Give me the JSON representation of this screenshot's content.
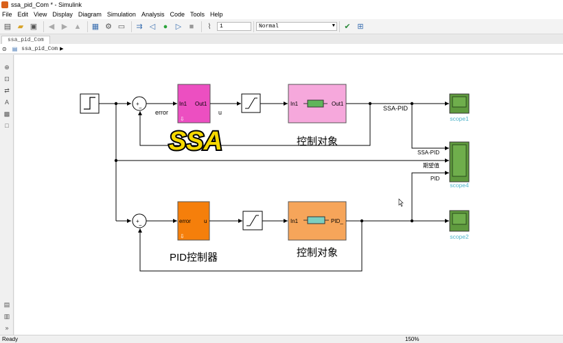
{
  "window": {
    "title": "ssa_pid_Com * - Simulink"
  },
  "menu": [
    {
      "label": "File"
    },
    {
      "label": "Edit"
    },
    {
      "label": "View"
    },
    {
      "label": "Display"
    },
    {
      "label": "Diagram"
    },
    {
      "label": "Simulation"
    },
    {
      "label": "Analysis"
    },
    {
      "label": "Code"
    },
    {
      "label": "Tools"
    },
    {
      "label": "Help"
    }
  ],
  "toolbar": {
    "stop_time": "1",
    "sim_mode": "Normal"
  },
  "tabs": [
    {
      "label": "ssa_pid_Com"
    }
  ],
  "breadcrumb": {
    "model": "ssa_pid_Com"
  },
  "diagram": {
    "ssa_controller": {
      "in_port": "In1",
      "out_port": "Out1"
    },
    "plant_top": {
      "in_port": "In1",
      "out_port": "Out1",
      "caption": "控制对象"
    },
    "pid_controller": {
      "in_port": "error",
      "out_port": "u",
      "caption": "PID控制器"
    },
    "plant_bottom": {
      "in_port": "In1",
      "out_port": "PID_",
      "caption": "控制对象"
    },
    "signals": {
      "error": "error",
      "u": "u",
      "ssa_pid_top": "SSA-PID",
      "ssa_pid_mid": "SSA-PID",
      "setpoint": "期望值",
      "pid": "PID"
    },
    "scopes": {
      "scope1": "scope1",
      "scope4": "scope4",
      "scope2": "scope2"
    },
    "ssa_label": "SSA",
    "sum_signs": {
      "plus": "+",
      "minus": "−"
    },
    "colors": {
      "ssa_block": "#ec4fc1",
      "plant_top": "#f6a8dc",
      "pid_block": "#f57f0b",
      "plant_bottom": "#f6a55a",
      "scope": "#5f9a3e",
      "scope_label": "#4cb3c9",
      "gain_top": "#5fb55a",
      "gain_bottom": "#7ccfc0"
    }
  },
  "status": {
    "text": "Ready",
    "zoom": "150%"
  }
}
